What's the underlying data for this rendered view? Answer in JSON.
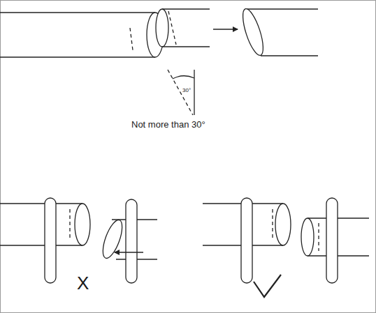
{
  "diagram": {
    "labels": [
      "30°",
      "Not more than 30°",
      "X"
    ]
  }
}
